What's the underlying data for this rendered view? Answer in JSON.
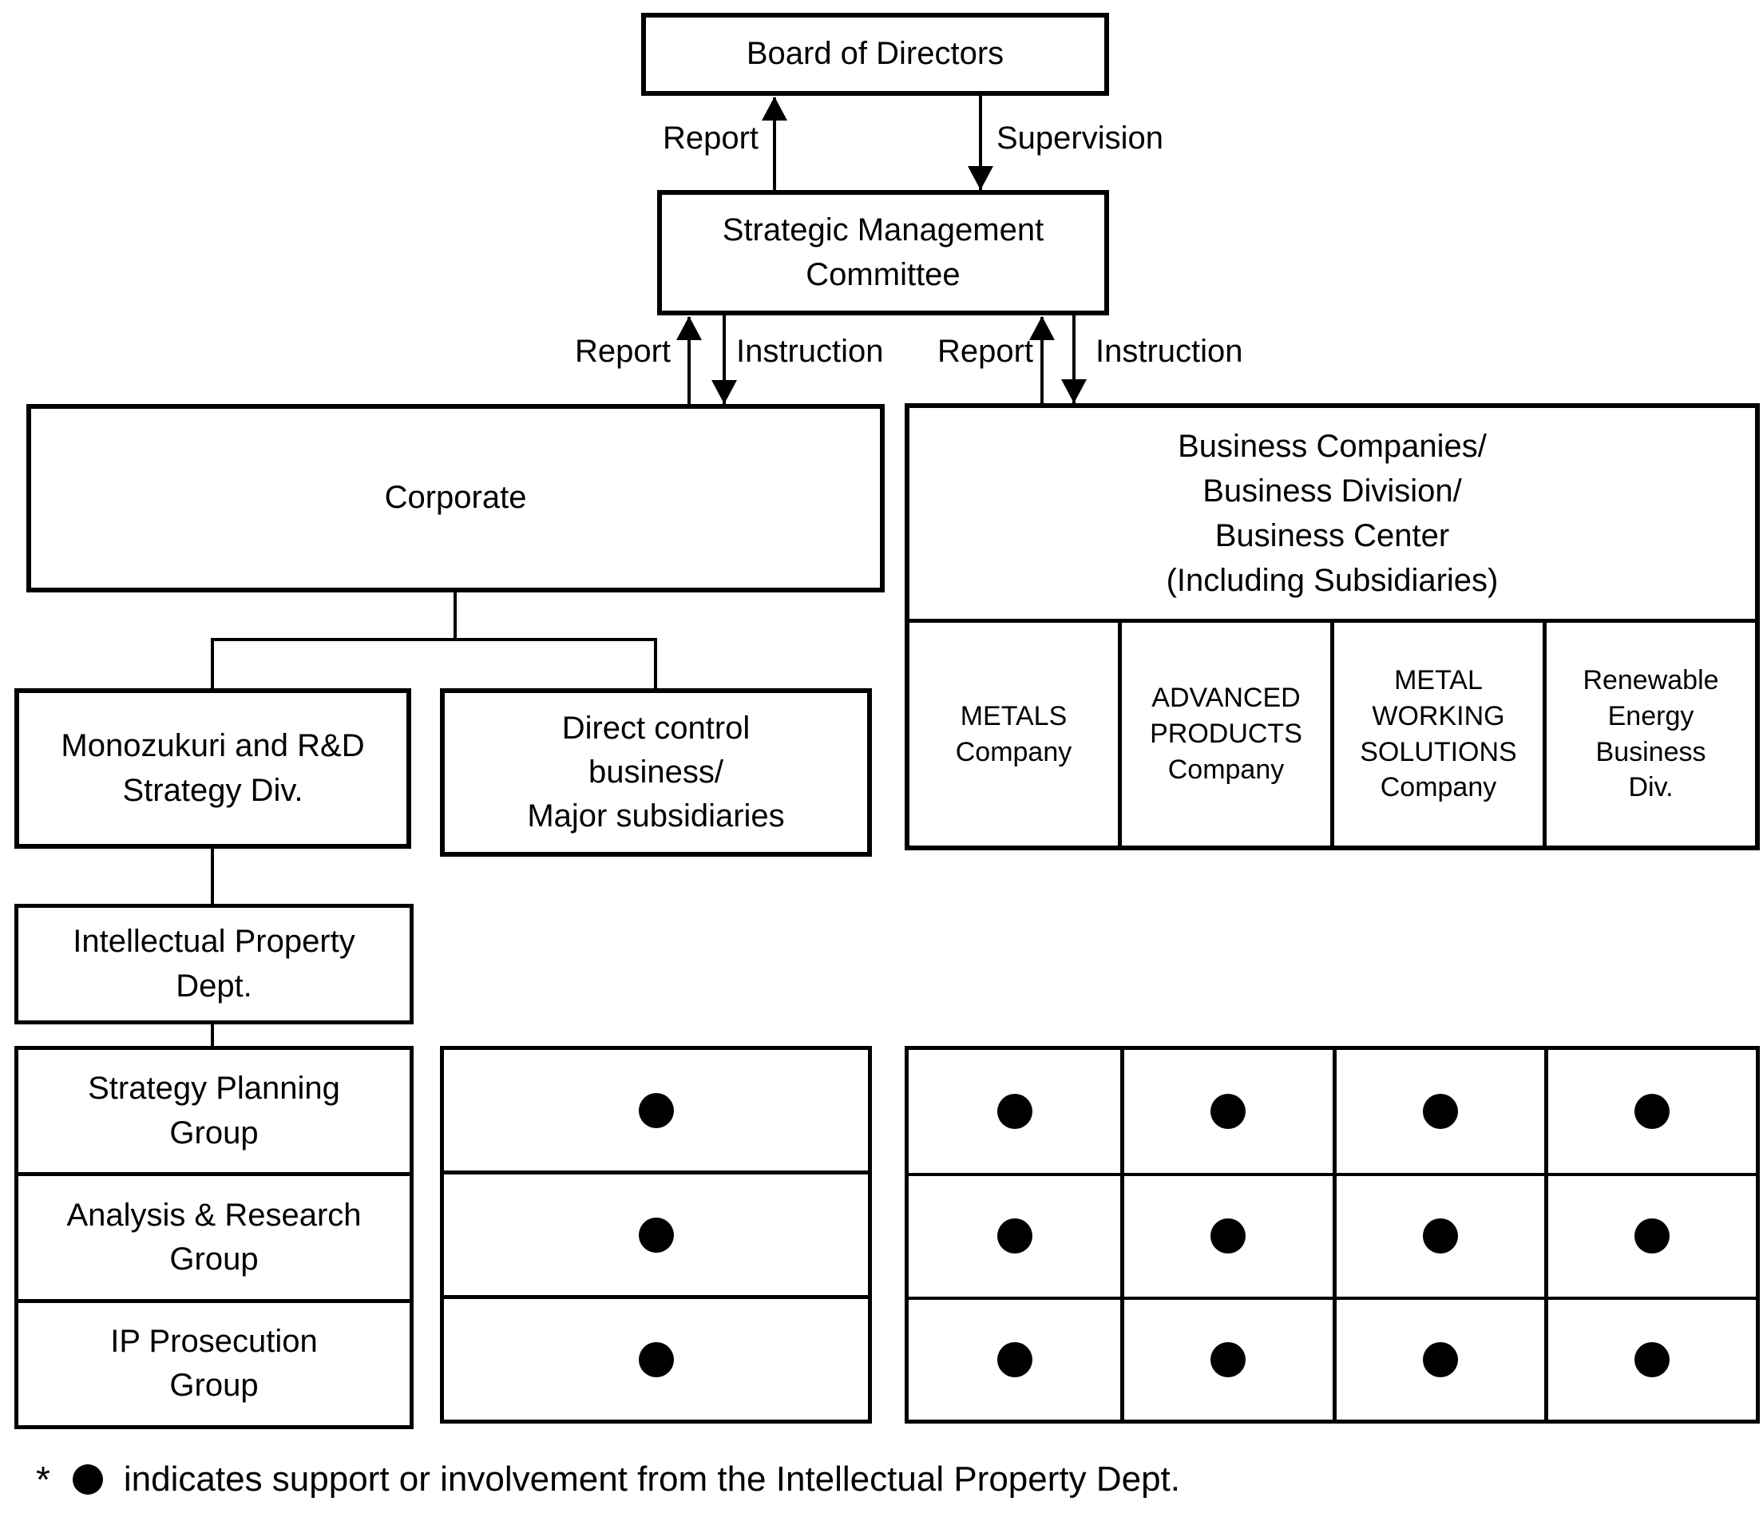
{
  "diagram": {
    "board": {
      "title": "Board of Directors"
    },
    "smc": {
      "title": "Strategic Management\nCommittee"
    },
    "edges": {
      "report_top": "Report",
      "supervision": "Supervision",
      "report_left": "Report",
      "instruction_left": "Instruction",
      "report_right": "Report",
      "instruction_right": "Instruction"
    },
    "corporate": {
      "title": "Corporate"
    },
    "business": {
      "title": "Business Companies/\nBusiness Division/\nBusiness Center\n(Including Subsidiaries)",
      "companies": [
        {
          "label": "METALS\nCompany"
        },
        {
          "label": "ADVANCED\nPRODUCTS\nCompany"
        },
        {
          "label": "METAL\nWORKING\nSOLUTIONS\nCompany"
        },
        {
          "label": "Renewable\nEnergy\nBusiness\nDiv."
        }
      ]
    },
    "monozukuri": {
      "title": "Monozukuri and R&D\nStrategy Div."
    },
    "direct_control": {
      "title": "Direct control\nbusiness/\nMajor subsidiaries"
    },
    "ip_dept": {
      "title": "Intellectual Property\nDept."
    },
    "groups": [
      {
        "label": "Strategy Planning\nGroup"
      },
      {
        "label": "Analysis & Research\nGroup"
      },
      {
        "label": "IP Prosecution\nGroup"
      }
    ],
    "support_matrix": {
      "row_labels": [
        "Strategy Planning Group",
        "Analysis & Research Group",
        "IP Prosecution Group"
      ],
      "column_labels": [
        "Direct control business/Major subsidiaries",
        "METALS Company",
        "ADVANCED PRODUCTS Company",
        "METAL WORKING SOLUTIONS Company",
        "Renewable Energy Business Div."
      ],
      "direct_control_column": [
        true,
        true,
        true
      ],
      "business_columns": [
        [
          true,
          true,
          true,
          true
        ],
        [
          true,
          true,
          true,
          true
        ],
        [
          true,
          true,
          true,
          true
        ]
      ]
    },
    "footnote": {
      "marker": "*",
      "text": "indicates support or involvement from the Intellectual Property Dept."
    }
  },
  "colors": {
    "ink": "#000000",
    "background": "#ffffff"
  }
}
